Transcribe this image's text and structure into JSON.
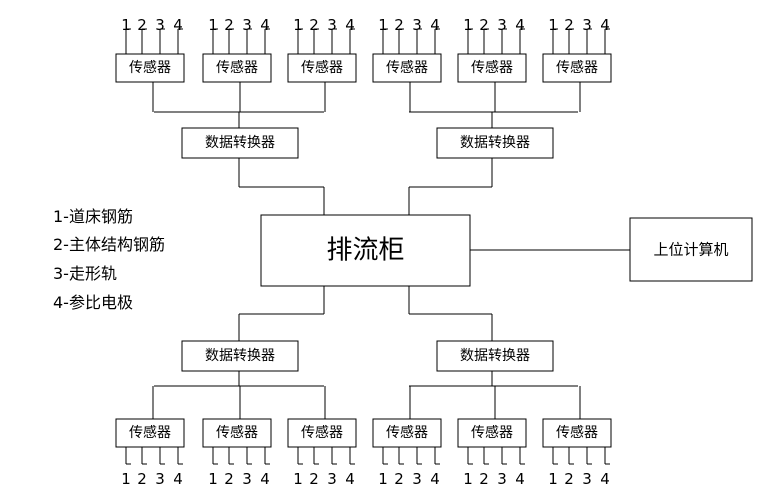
{
  "main_cabinet": "排流柜",
  "host_computer": "上位计算机",
  "converter_label": "数据转换器",
  "sensor_label": "传感器",
  "pin_labels": [
    "1",
    "2",
    "3",
    "4"
  ],
  "legend": [
    "1-道床钢筋",
    "2-主体结构钢筋",
    "3-走形轨",
    "4-参比电极"
  ]
}
